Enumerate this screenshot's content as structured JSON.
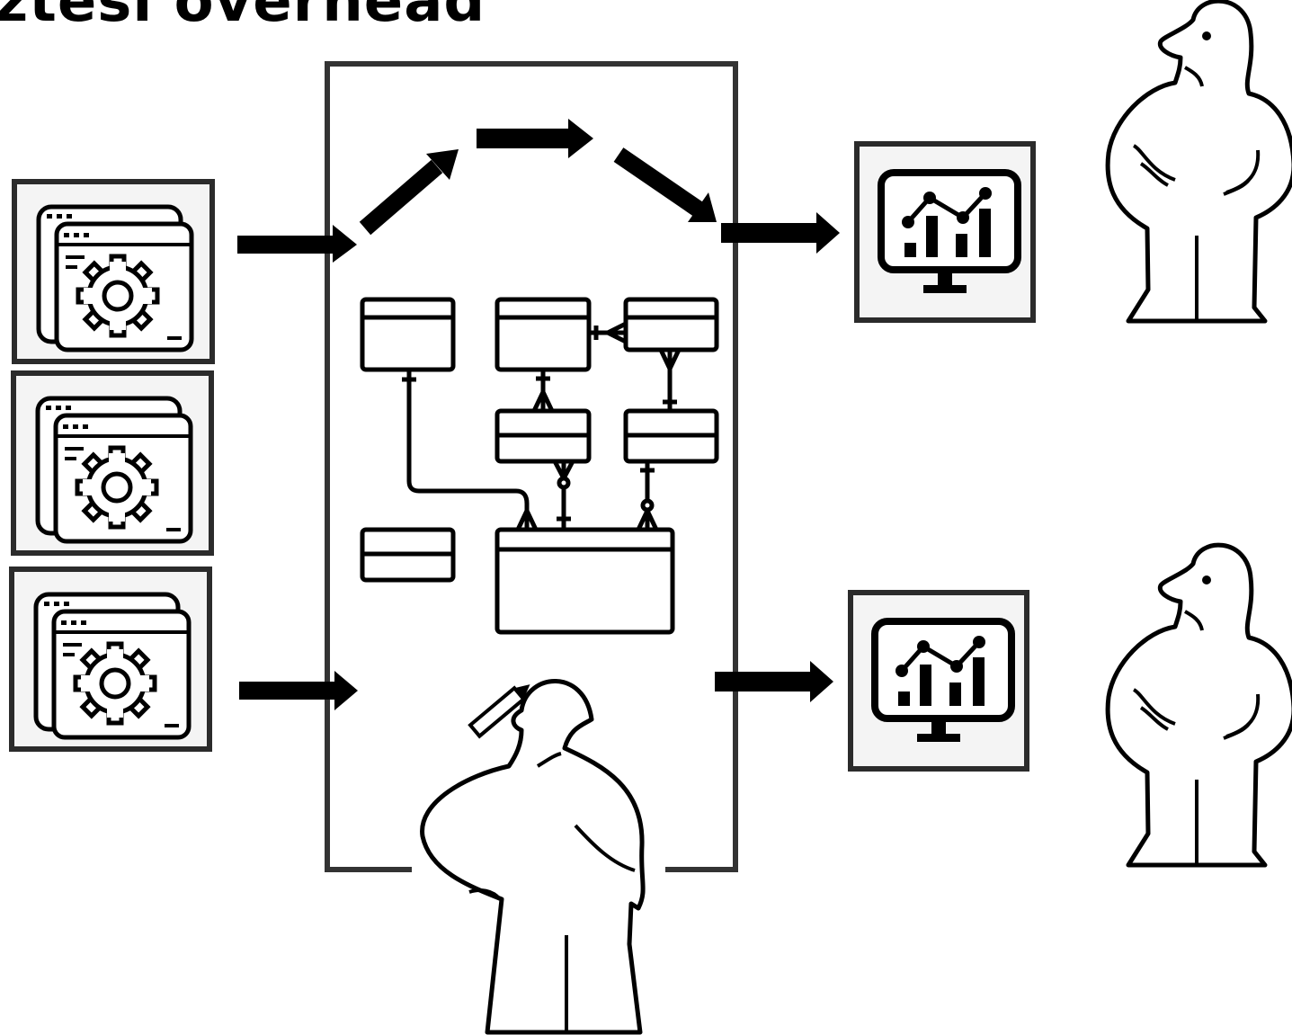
{
  "slide": {
    "title": "ztesi overhead"
  },
  "diagram": {
    "nodes": [
      {
        "id": "app-1",
        "kind": "application-settings",
        "icon": "gear-window-icon"
      },
      {
        "id": "app-2",
        "kind": "application-settings",
        "icon": "gear-window-icon"
      },
      {
        "id": "app-3",
        "kind": "application-settings",
        "icon": "gear-window-icon"
      },
      {
        "id": "data-warehouse",
        "kind": "container",
        "contains": [
          "pipeline-arrows",
          "er-diagram",
          "modeler-person"
        ]
      },
      {
        "id": "dashboard-1",
        "kind": "dashboard",
        "icon": "analytics-monitor-icon"
      },
      {
        "id": "dashboard-2",
        "kind": "dashboard",
        "icon": "analytics-monitor-icon"
      },
      {
        "id": "consumer-1",
        "kind": "person",
        "icon": "ikea-person-icon"
      },
      {
        "id": "consumer-2",
        "kind": "person",
        "icon": "ikea-person-icon"
      }
    ],
    "edges": [
      {
        "from": "app-1",
        "to": "data-warehouse"
      },
      {
        "from": "app-3",
        "to": "data-warehouse"
      },
      {
        "from": "data-warehouse",
        "to": "dashboard-1"
      },
      {
        "from": "data-warehouse",
        "to": "dashboard-2"
      }
    ],
    "colors": {
      "stroke": "#000000",
      "background": "#ffffff",
      "frame_fill": "#f4f4f4"
    }
  }
}
